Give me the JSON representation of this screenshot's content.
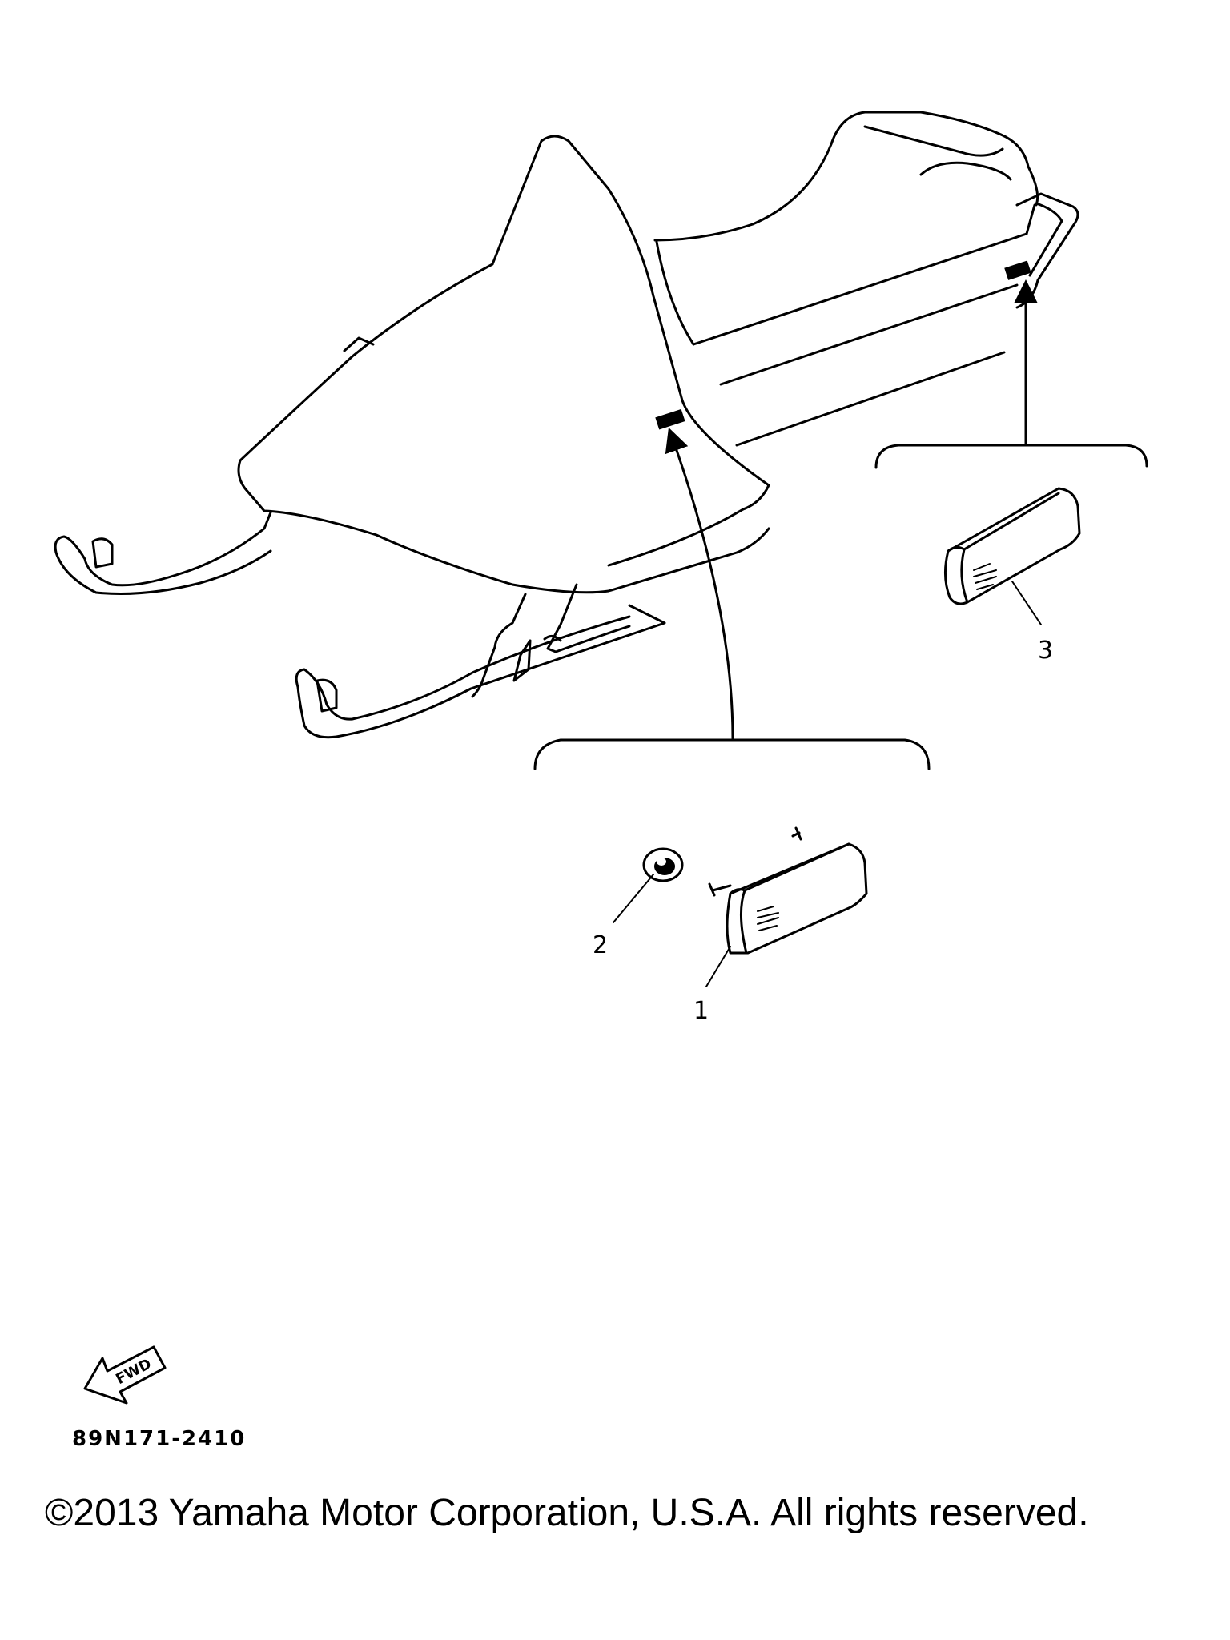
{
  "diagram": {
    "callouts": [
      {
        "number": "1",
        "part": "side-reflector"
      },
      {
        "number": "2",
        "part": "nut"
      },
      {
        "number": "3",
        "part": "rear-side-reflector"
      }
    ],
    "fwd_label": "FWD",
    "part_code": "89N171-2410"
  },
  "footer": {
    "copyright": "©2013 Yamaha Motor Corporation, U.S.A. All rights reserved."
  }
}
